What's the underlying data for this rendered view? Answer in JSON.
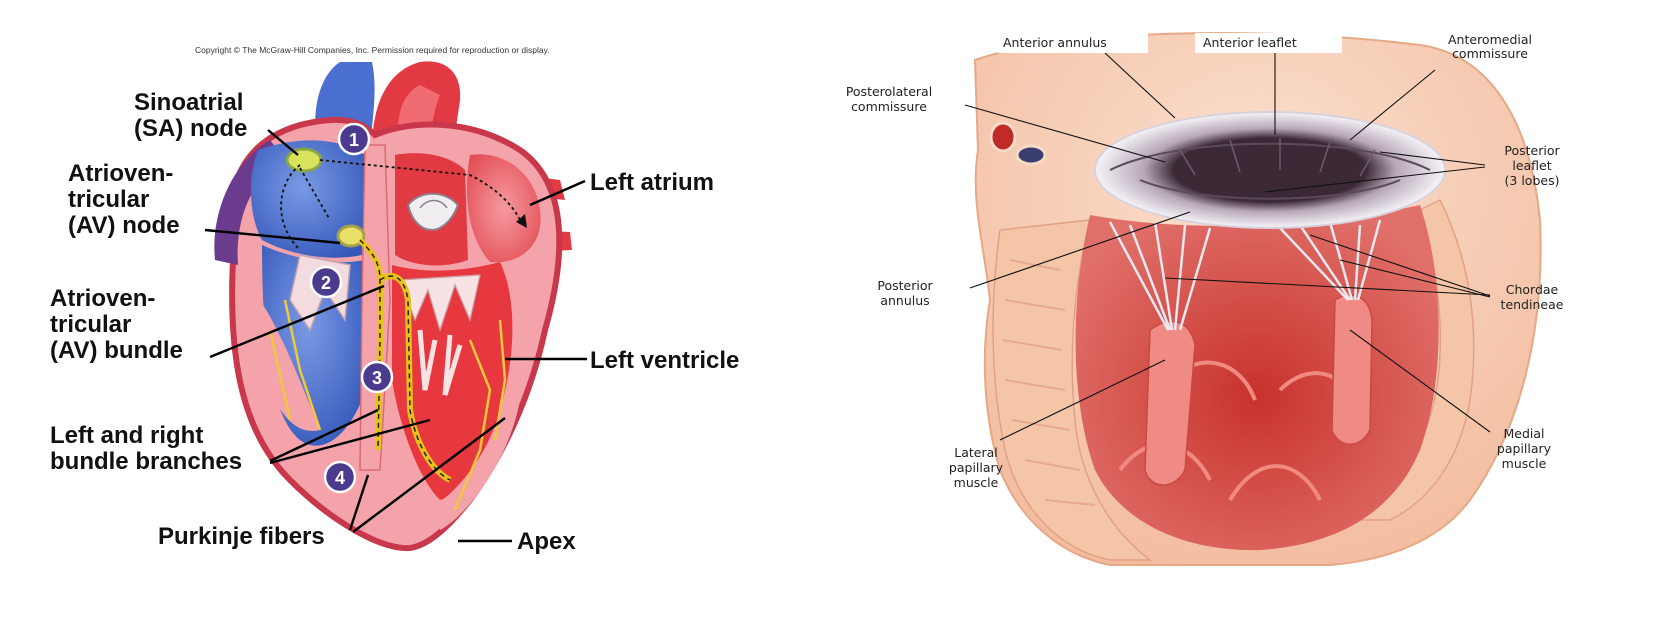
{
  "left_figure": {
    "copyright": "Copyright © The McGraw-Hill Companies, Inc. Permission required for reproduction or display.",
    "labels": {
      "sa_node": [
        "Sinoatrial",
        "(SA) node"
      ],
      "av_node": [
        "Atrioven-",
        "tricular",
        "(AV) node"
      ],
      "av_bundle": [
        "Atrioven-",
        "tricular",
        "(AV) bundle"
      ],
      "bundle_branches": [
        "Left and right",
        "bundle branches"
      ],
      "purkinje": "Purkinje fibers",
      "left_atrium": "Left atrium",
      "left_ventricle": "Left ventricle",
      "apex": "Apex"
    },
    "steps": [
      "1",
      "2",
      "3",
      "4"
    ]
  },
  "right_figure": {
    "labels": {
      "anterior_annulus": "Anterior annulus",
      "anterior_leaflet": "Anterior leaflet",
      "anteromedial_commissure": [
        "Anteromedial",
        "commissure"
      ],
      "posterolateral_commissure": [
        "Posterolateral",
        "commissure"
      ],
      "posterior_leaflet": [
        "Posterior",
        "leaflet",
        "(3 lobes)"
      ],
      "posterior_annulus": [
        "Posterior",
        "annulus"
      ],
      "chordae_tendineae": [
        "Chordae",
        "tendineae"
      ],
      "lateral_papillary": [
        "Lateral",
        "papillary",
        "muscle"
      ],
      "medial_papillary": [
        "Medial",
        "papillary",
        "muscle"
      ]
    }
  },
  "colors": {
    "deoxygenated": "#3f67c8",
    "oxygenated": "#e8383f",
    "myocardium": "#f4a3aa",
    "conduction": "#f2d44a",
    "step_badge": "#4b3b8f",
    "valve_tissue": "#d34a42",
    "annulus_ring": "#f0eef4"
  }
}
